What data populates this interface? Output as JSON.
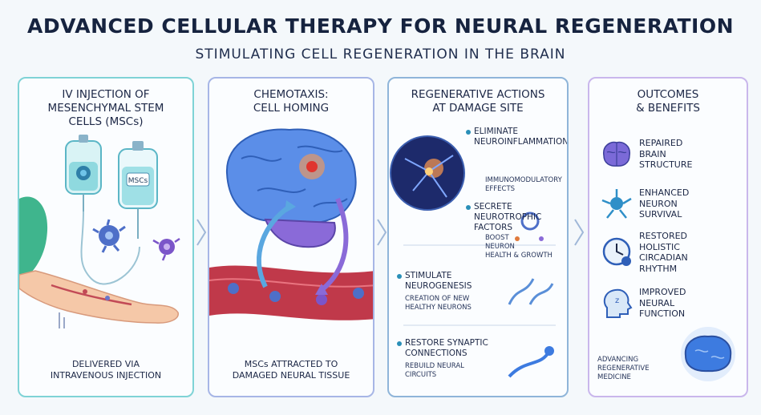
{
  "header": {
    "title": "ADVANCED CELLULAR THERAPY FOR NEURAL REGENERATION",
    "subtitle": "STIMULATING CELL REGENERATION IN THE BRAIN"
  },
  "panels": {
    "injection": {
      "title": "IV INJECTION OF\nMESENCHYMAL STEM\nCELLS (MSCs)",
      "bag_label": "MSCs",
      "footer": "DELIVERED VIA\nINTRAVENOUS INJECTION"
    },
    "homing": {
      "title": "CHEMOTAXIS:\nCELL HOMING",
      "footer": "MSCs ATTRACTED TO\nDAMAGED NEURAL TISSUE"
    },
    "actions": {
      "title": "REGENERATIVE ACTIONS\nAT DAMAGE SITE",
      "items": [
        {
          "title": "ELIMINATE\nNEUROINFLAMMATION",
          "sub": "IMMUNOMODULATORY\nEFFECTS"
        },
        {
          "title": "SECRETE\nNEUROTROPHIC\nFACTORS",
          "sub": "BOOST\nNEURON\nHEALTH & GROWTH"
        },
        {
          "title": "STIMULATE\nNEUROGENESIS",
          "sub": "CREATION OF NEW\nHEALTHY NEURONS"
        },
        {
          "title": "RESTORE SYNAPTIC\nCONNECTIONS",
          "sub": "REBUILD NEURAL\nCIRCUITS"
        }
      ]
    },
    "outcomes": {
      "title": "OUTCOMES\n& BENEFITS",
      "items": [
        {
          "label": "REPAIRED\nBRAIN\nSTRUCTURE",
          "icon": "brain-icon"
        },
        {
          "label": "ENHANCED\nNEURON\nSURVIVAL",
          "icon": "neuron-icon"
        },
        {
          "label": "RESTORED\nHOLISTIC\nCIRCADIAN\nRHYTHM",
          "icon": "clock-icon"
        },
        {
          "label": "IMPROVED\nNEURAL\nFUNCTION",
          "icon": "head-profile-icon"
        }
      ],
      "footer": "ADVANCING\nREGENERATIVE\nMEDICINE"
    }
  },
  "colors": {
    "teal": "#2fb8b3",
    "purple": "#8a6ad8",
    "vessel": "#c0394a",
    "brain_blue": "#3d7be0",
    "glow": "#ff8a3d"
  }
}
